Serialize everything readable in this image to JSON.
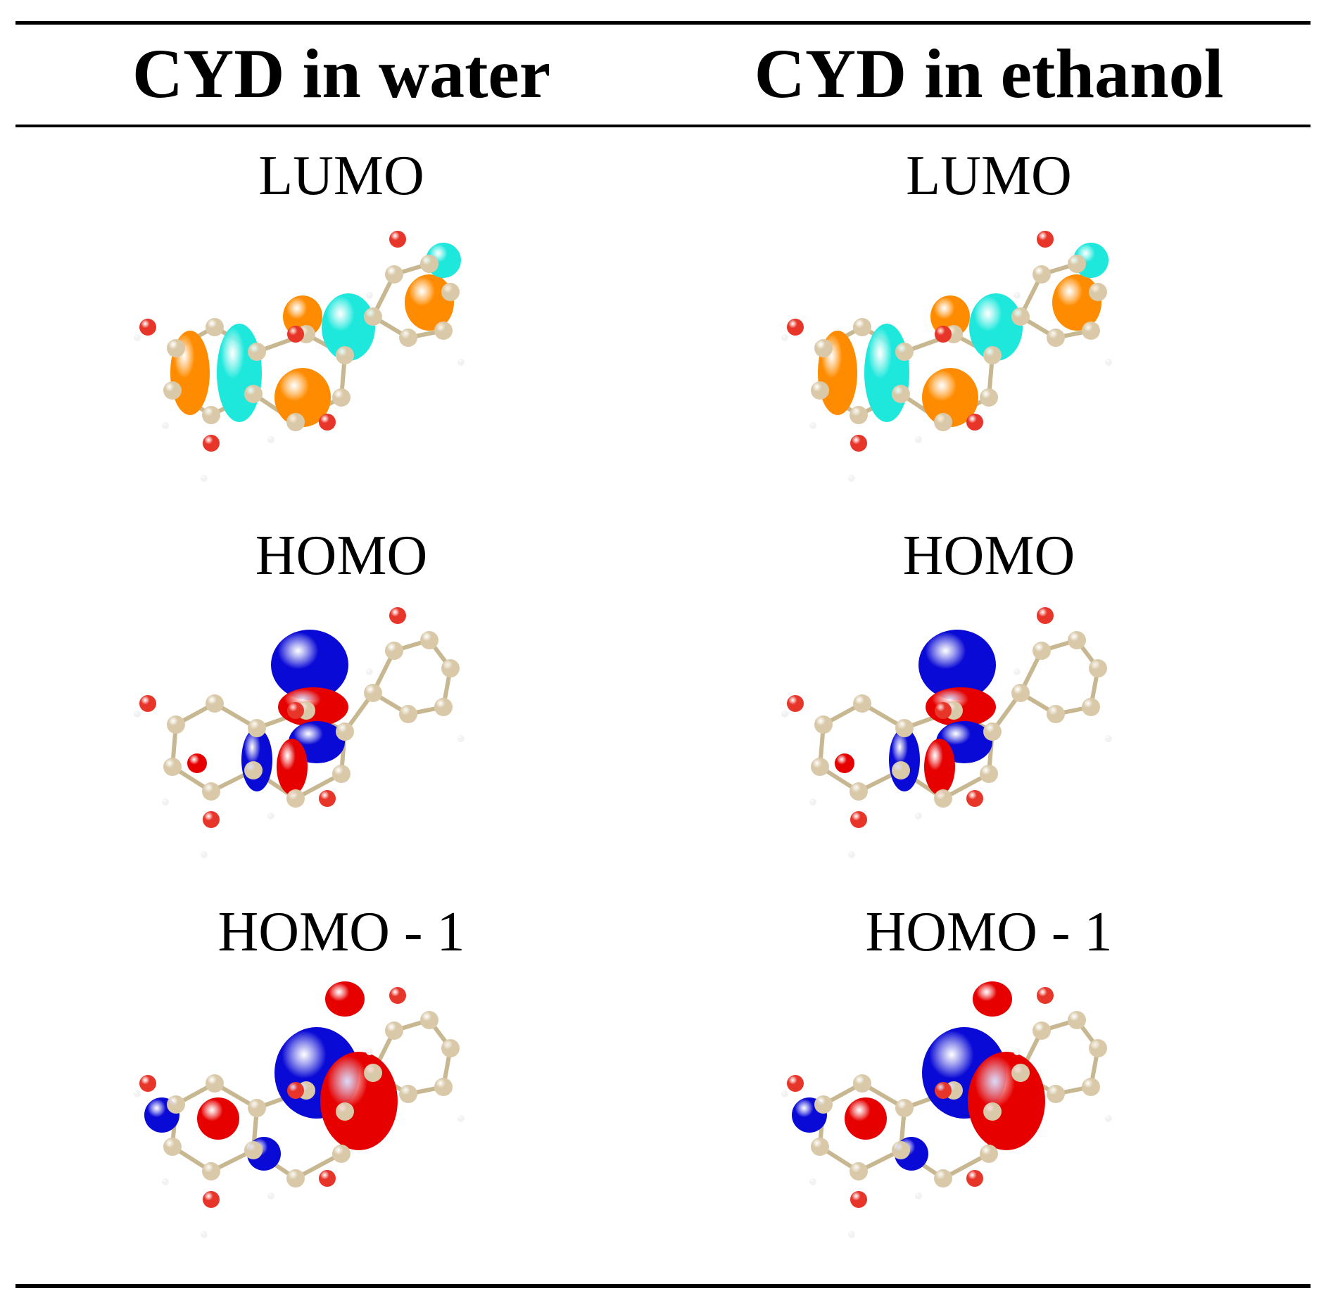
{
  "columns": [
    {
      "heading": "CYD in water"
    },
    {
      "heading": "CYD in ethanol"
    }
  ],
  "rows": [
    {
      "label_left": "LUMO",
      "label_right": "LUMO",
      "phase_colors": [
        "#ff8c00",
        "#1ee8dc"
      ]
    },
    {
      "label_left": "HOMO",
      "label_right": "HOMO",
      "phase_colors": [
        "#e60000",
        "#0a0ad6"
      ]
    },
    {
      "label_left": "HOMO - 1",
      "label_right": "HOMO - 1",
      "phase_colors": [
        "#e60000",
        "#0a0ad6"
      ]
    }
  ],
  "atom_colors": {
    "carbon": "#d9c9a8",
    "oxygen": "#e8352a",
    "hydrogen": "#f2f2f2"
  }
}
